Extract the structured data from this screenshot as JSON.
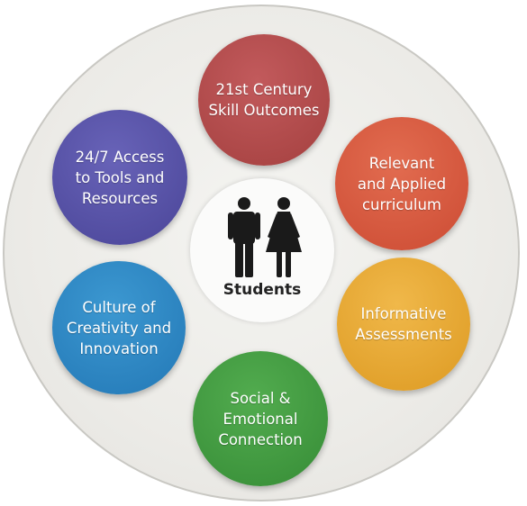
{
  "center": {
    "label": "Students"
  },
  "nodes": [
    {
      "id": "skill-outcomes",
      "lines": [
        "21st Century",
        "Skill Outcomes"
      ],
      "color": "#b04a4c"
    },
    {
      "id": "relevant-curriculum",
      "lines": [
        "Relevant",
        "and Applied",
        "curriculum"
      ],
      "color": "#d5553c"
    },
    {
      "id": "informative-assessments",
      "lines": [
        "Informative",
        "Assessments"
      ],
      "color": "#e3a530"
    },
    {
      "id": "social-emotional",
      "lines": [
        "Social &",
        "Emotional",
        "Connection"
      ],
      "color": "#3f9a40"
    },
    {
      "id": "creativity-innovation",
      "lines": [
        "Culture of",
        "Creativity and",
        "Innovation"
      ],
      "color": "#2b87c3"
    },
    {
      "id": "tools-resources",
      "lines": [
        "24/7 Access",
        "to Tools and",
        "Resources"
      ],
      "color": "#5651a8"
    }
  ],
  "icons": [
    "male-student-icon",
    "female-student-icon"
  ]
}
